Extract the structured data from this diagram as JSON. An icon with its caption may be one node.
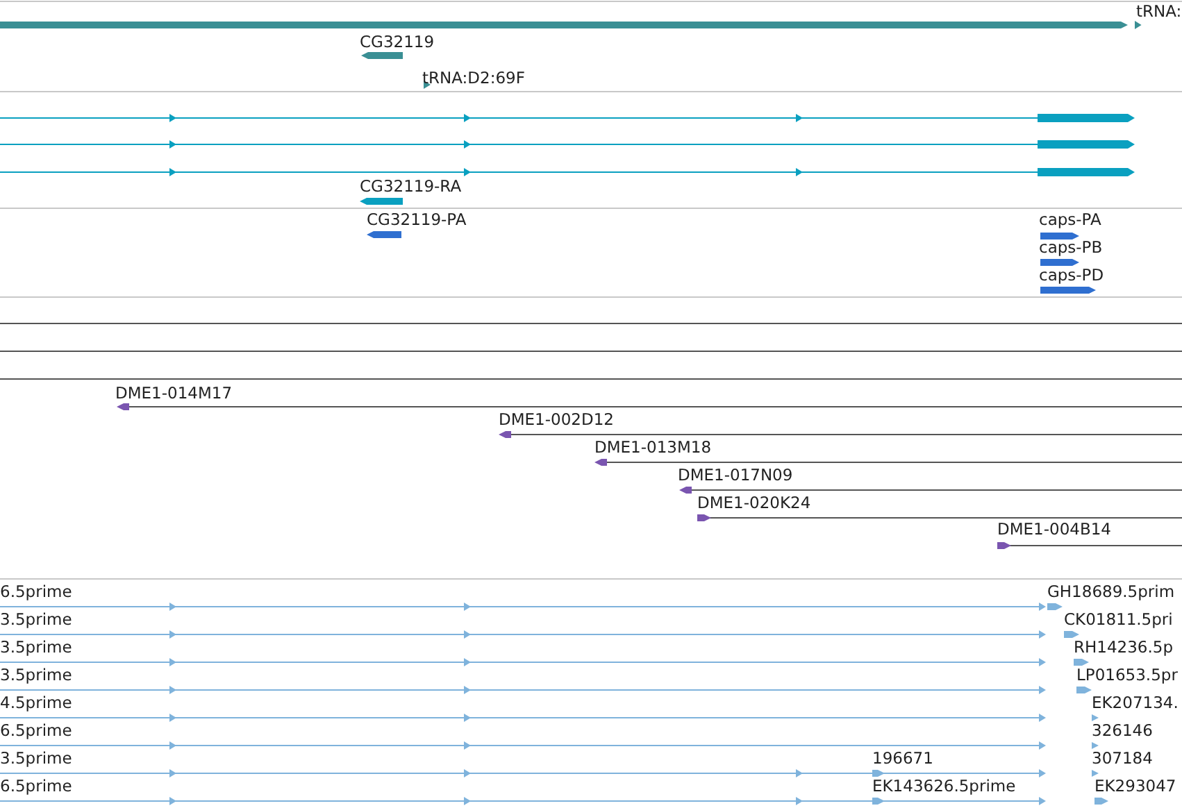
{
  "diagram": {
    "labels": [
      "tRNA:",
      "CG32119",
      "tRNA:D2:69F",
      "CG32119-RA",
      "CG32119-PA",
      "caps-PA",
      "caps-PB",
      "caps-PD",
      "DME1-014M17",
      "DME1-002D12",
      "DME1-013M18",
      "DME1-017N09",
      "DME1-020K24",
      "DME1-004B14",
      "6.5prime",
      "GH18689.5prim",
      "3.5prime",
      "CK01811.5pri",
      "3.5prime",
      "RH14236.5p",
      "3.5prime",
      "LP01653.5pr",
      "4.5prime",
      "EK207134.",
      "6.5prime",
      "326146",
      "3.5prime",
      "196671",
      "307184",
      "6.5prime",
      "EK143626.5prime",
      "EK293047"
    ]
  }
}
